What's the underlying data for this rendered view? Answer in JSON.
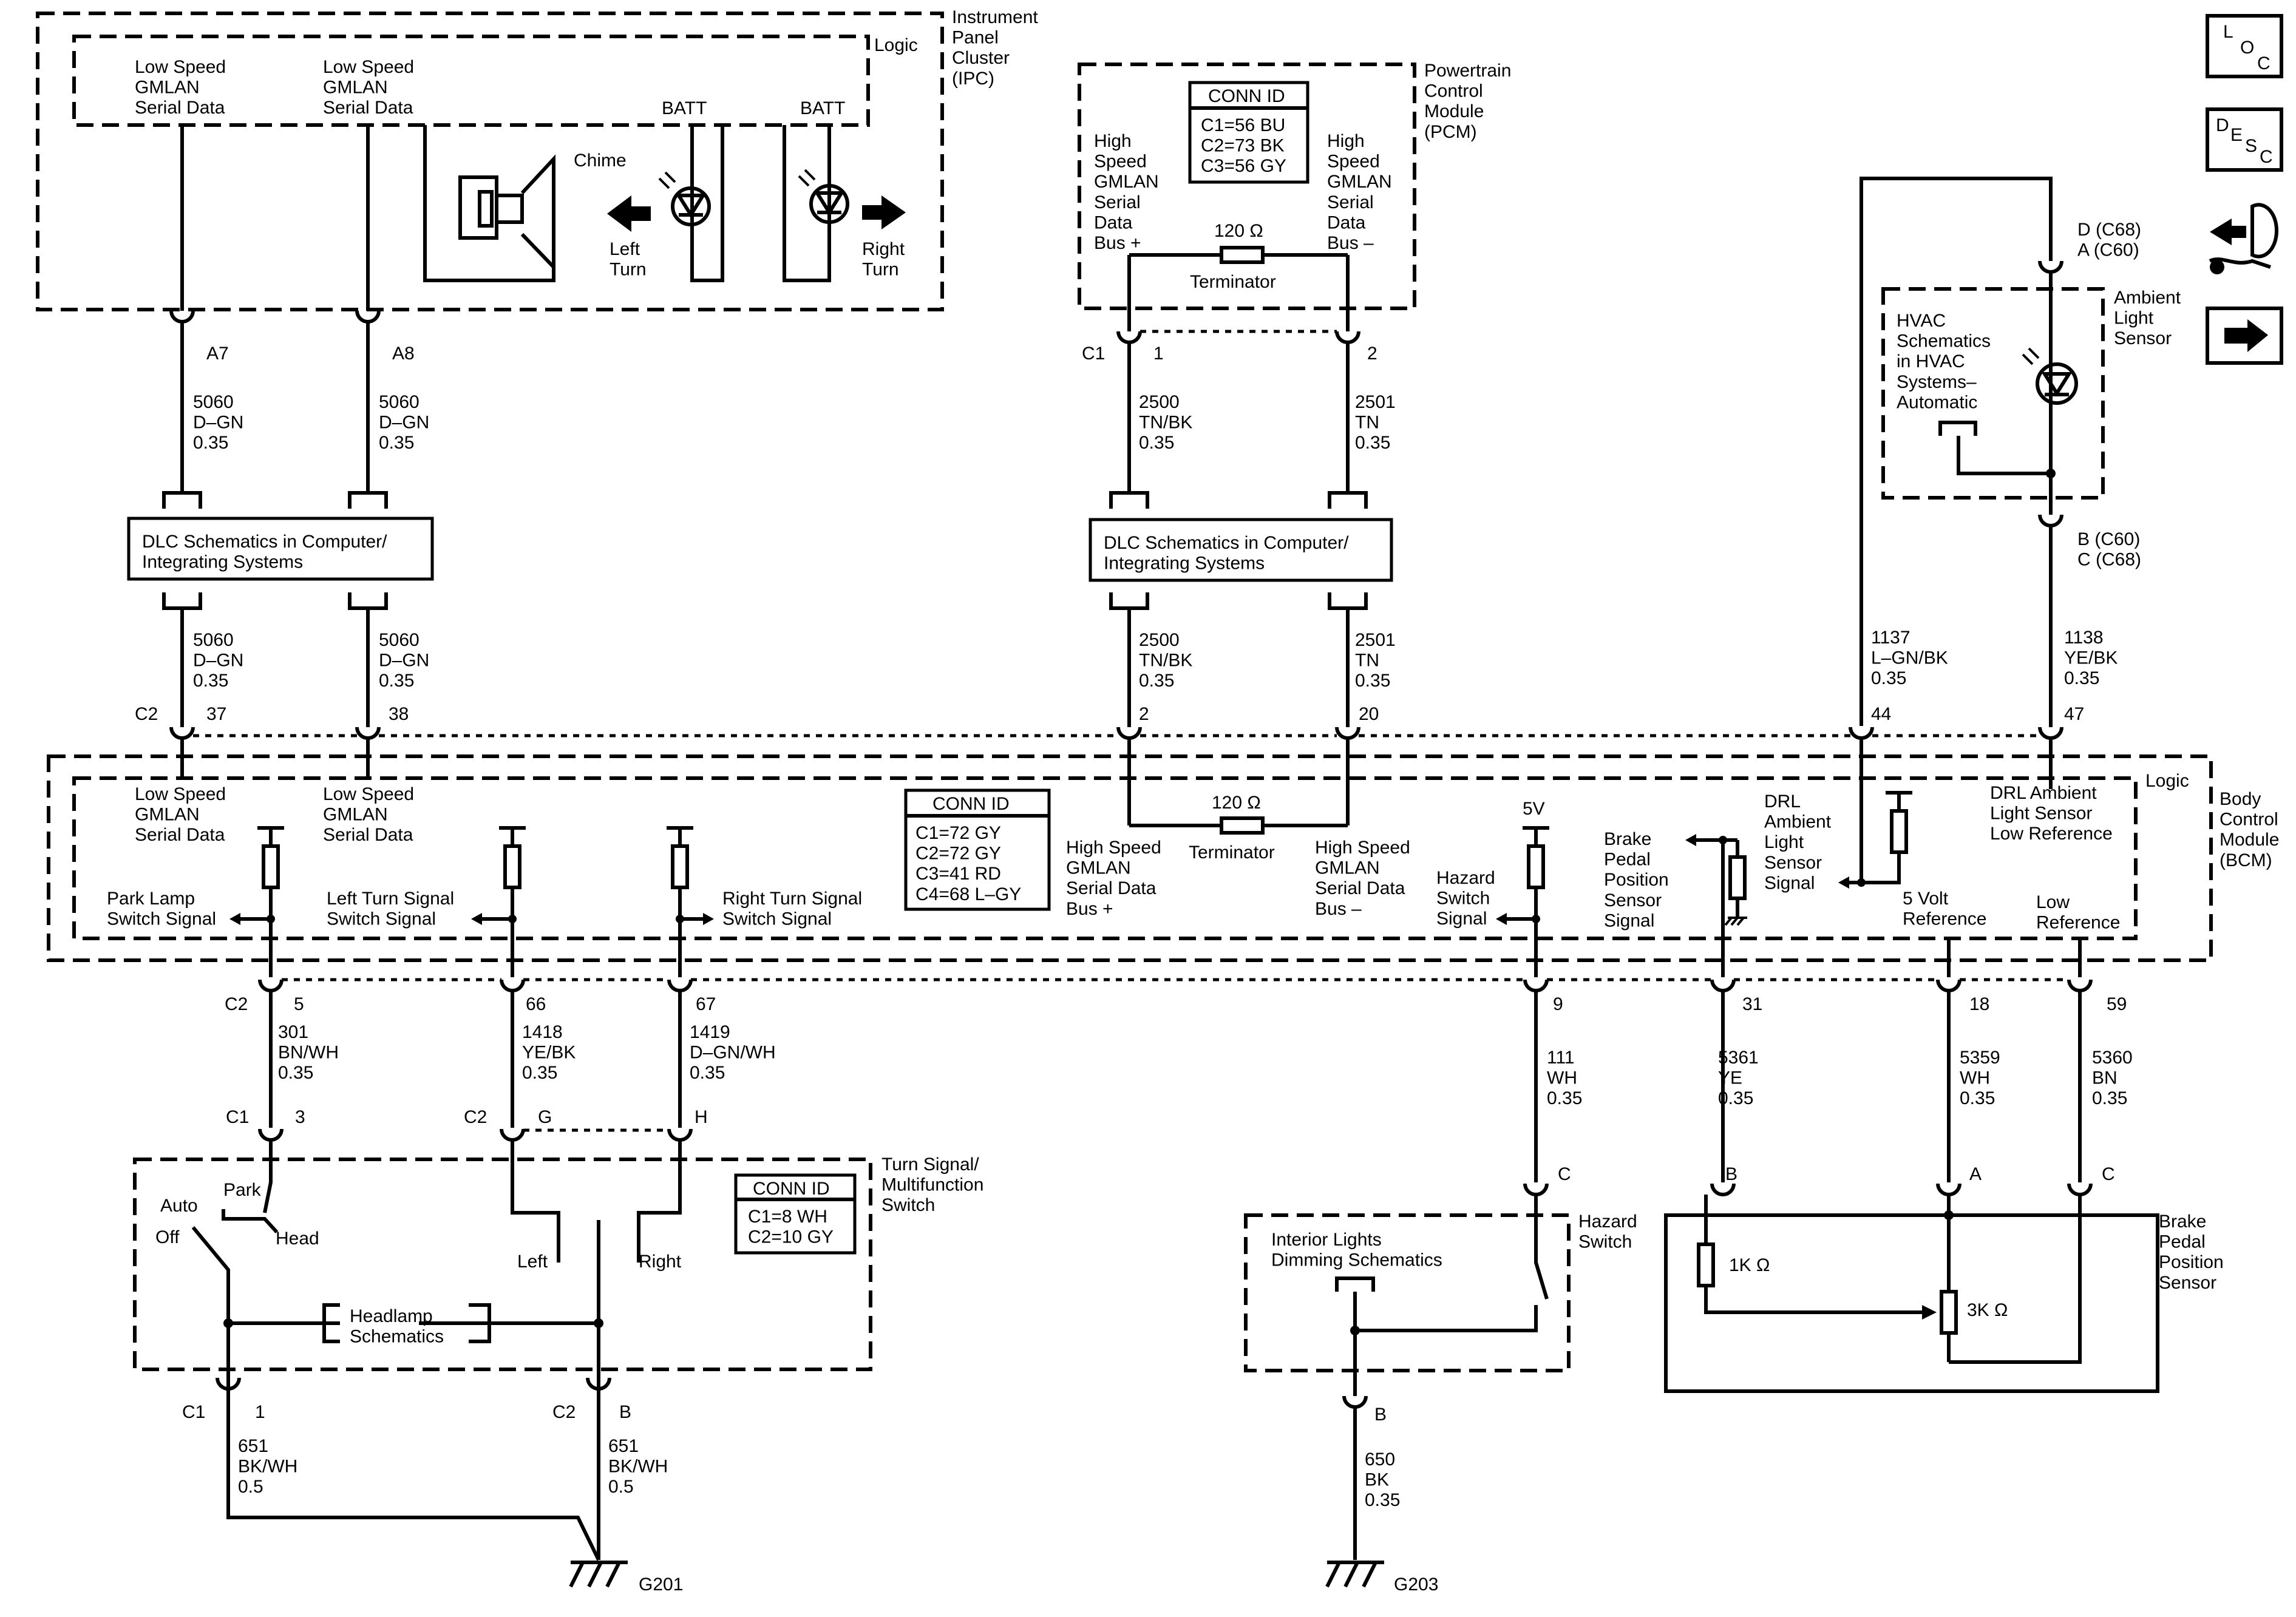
{
  "modules": {
    "ipc": {
      "name": "Instrument\nPanel\nCluster\n(IPC)",
      "logic": "Logic",
      "pin1_label": "Low Speed\nGMLAN\nSerial Data",
      "pin2_label": "Low Speed\nGMLAN\nSerial Data",
      "chime": "Chime",
      "batt1": "BATT",
      "batt2": "BATT",
      "left_turn": "Left\nTurn",
      "right_turn": "Right\nTurn"
    },
    "pcm": {
      "name": "Powertrain\nControl\nModule\n(PCM)",
      "bus_plus": "High\nSpeed\nGMLAN\nSerial\nData\nBus +",
      "bus_minus": "High\nSpeed\nGMLAN\nSerial\nData\nBus –",
      "terminator_value": "120 Ω",
      "terminator": "Terminator",
      "conn_title": "CONN ID",
      "conn_lines": "C1=56 BU\nC2=73 BK\nC3=56 GY"
    },
    "bcm": {
      "name": "Body\nControl\nModule\n(BCM)",
      "logic": "Logic",
      "conn_title": "CONN ID",
      "conn_lines": "C1=72 GY\nC2=72 GY\nC3=41 RD\nC4=68 L–GY",
      "ls1": "Low Speed\nGMLAN\nSerial Data",
      "ls2": "Low Speed\nGMLAN\nSerial Data",
      "park": "Park Lamp\nSwitch Signal",
      "left": "Left Turn Signal\nSwitch Signal",
      "right": "Right Turn Signal\nSwitch Signal",
      "hs_plus": "High Speed\nGMLAN\nSerial Data\nBus +",
      "hs_minus": "High Speed\nGMLAN\nSerial Data\nBus –",
      "terminator_value": "120 Ω",
      "terminator": "Terminator",
      "five_v": "5V",
      "hazard": "Hazard\nSwitch\nSignal",
      "brake": "Brake\nPedal\nPosition\nSensor\nSignal",
      "drl_signal": "DRL\nAmbient\nLight\nSensor\nSignal",
      "drl_low": "DRL Ambient\nLight Sensor\nLow Reference",
      "five_v_ref": "5 Volt\nReference",
      "low_ref": "Low\nReference"
    },
    "dlc": {
      "left": "DLC Schematics in Computer/\nIntegrating Systems",
      "right": "DLC Schematics in Computer/\nIntegrating Systems"
    },
    "turn_switch": {
      "name": "Turn Signal/\nMultifunction\nSwitch",
      "conn_title": "CONN ID",
      "conn_lines": "C1=8 WH\nC2=10 GY",
      "park": "Park",
      "auto": "Auto",
      "off": "Off",
      "head": "Head",
      "left": "Left",
      "right": "Right",
      "headlamp": "Headlamp\nSchematics"
    },
    "hazard_switch": {
      "name": "Hazard\nSwitch",
      "dimming": "Interior Lights\nDimming Schematics"
    },
    "brake_sensor": {
      "name": "Brake\nPedal\nPosition\nSensor",
      "r1": "1K Ω",
      "r2": "3K Ω"
    },
    "ambient_sensor": {
      "name": "Ambient\nLight\nSensor",
      "hvac": "HVAC\nSchematics\nin HVAC\nSystems–\nAutomatic",
      "top_pins": "D (C68)\nA (C60)",
      "bottom_pins": "B (C60)\nC (C68)"
    }
  },
  "wires": {
    "w5060a": "5060\nD–GN\n0.35",
    "w5060b": "5060\nD–GN\n0.35",
    "w5060c": "5060\nD–GN\n0.35",
    "w5060d": "5060\nD–GN\n0.35",
    "w2500a": "2500\nTN/BK\n0.35",
    "w2501a": "2501\nTN\n0.35",
    "w2500b": "2500\nTN/BK\n0.35",
    "w2501b": "2501\nTN\n0.35",
    "w1137": "1137\nL–GN/BK\n0.35",
    "w1138": "1138\nYE/BK\n0.35",
    "w301": "301\nBN/WH\n0.35",
    "w1418": "1418\nYE/BK\n0.35",
    "w1419": "1419\nD–GN/WH\n0.35",
    "w111": "111\nWH\n0.35",
    "w5361": "5361\nYE\n0.35",
    "w5359": "5359\nWH\n0.35",
    "w5360": "5360\nBN\n0.35",
    "w651a": "651\nBK/WH\n0.5",
    "w651b": "651\nBK/WH\n0.5",
    "w650": "650\nBK\n0.35"
  },
  "pins": {
    "a7": "A7",
    "a8": "A8",
    "c1_pcm": "C1",
    "p1": "1",
    "p2": "2",
    "c2_bcm": "C2",
    "p37": "37",
    "p38": "38",
    "p2b": "2",
    "p20": "20",
    "p44": "44",
    "p47": "47",
    "c2_b": "C2",
    "p5": "5",
    "p66": "66",
    "p67": "67",
    "p9": "9",
    "p31": "31",
    "p18": "18",
    "p59": "59",
    "c1_s": "C1",
    "p3": "3",
    "c2_s": "C2",
    "pg": "G",
    "ph": "H",
    "pc_h": "C",
    "pb_b": "B",
    "pa_b": "A",
    "pc_b": "C",
    "c1_g": "C1",
    "p1g": "1",
    "c2_g": "C2",
    "pbg": "B",
    "pb_h": "B"
  },
  "grounds": {
    "g201": "G201",
    "g203": "G203"
  },
  "nav": {
    "loc": "LOC",
    "desc": "DESC",
    "connector_icon": "connector-icon",
    "next_icon": "arrow-right-icon"
  }
}
